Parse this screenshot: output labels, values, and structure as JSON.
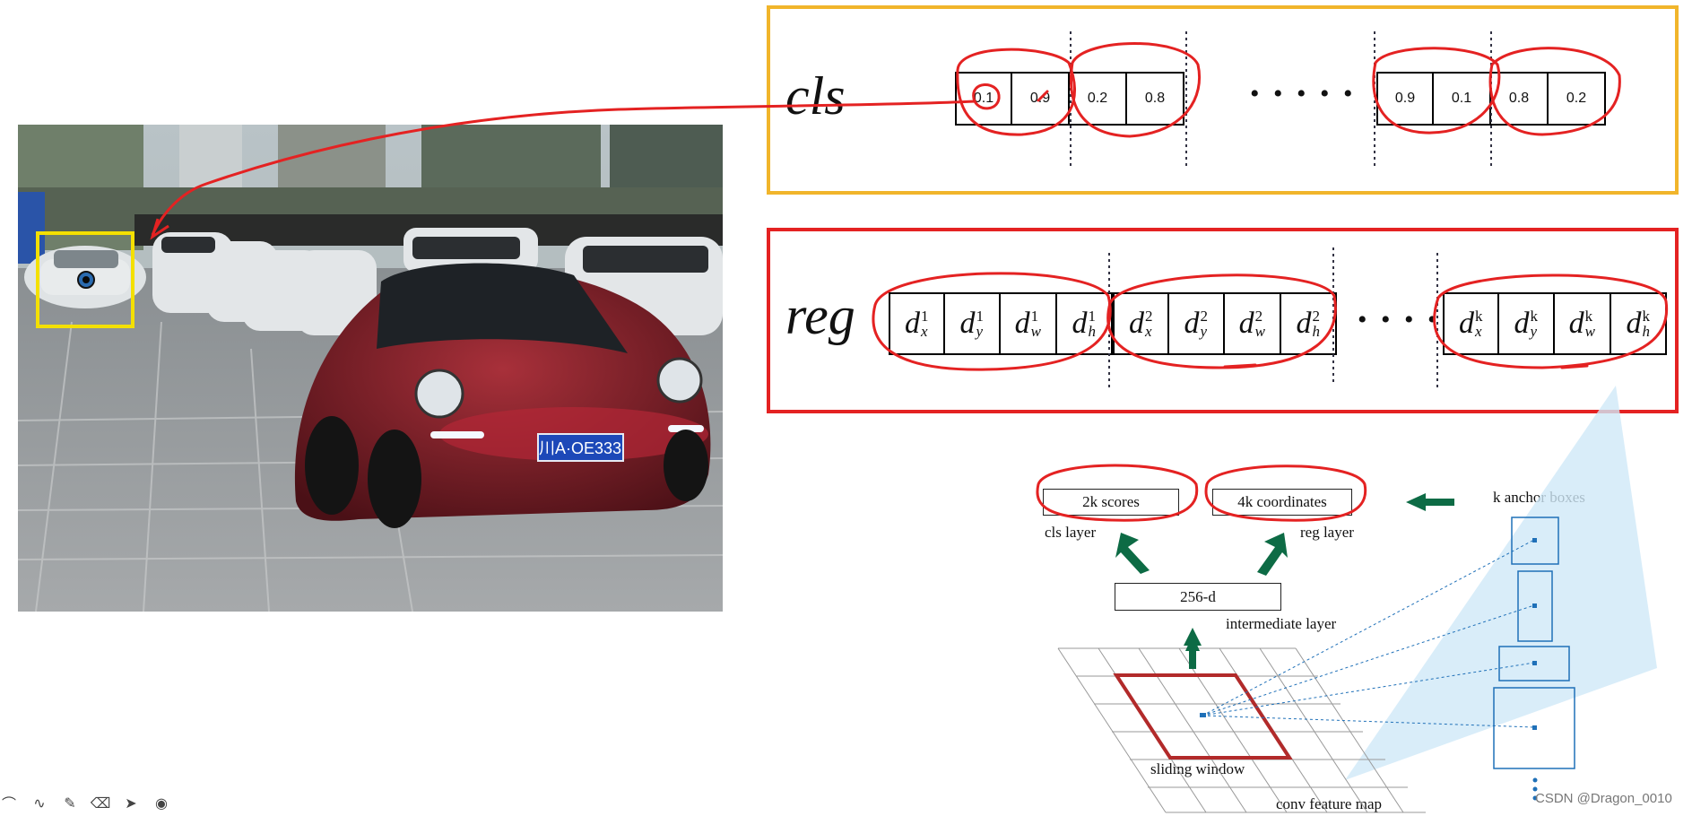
{
  "cls": {
    "label": "cls",
    "group1": [
      "0.1",
      "0.9",
      "0.2",
      "0.8"
    ],
    "ellipsis": "• • • • •",
    "group2": [
      "0.9",
      "0.1",
      "0.8",
      "0.2"
    ]
  },
  "reg": {
    "label": "reg",
    "groups": [
      [
        {
          "b": "d",
          "sup": "1",
          "sub": "x"
        },
        {
          "b": "d",
          "sup": "1",
          "sub": "y"
        },
        {
          "b": "d",
          "sup": "1",
          "sub": "w"
        },
        {
          "b": "d",
          "sup": "1",
          "sub": "h"
        }
      ],
      [
        {
          "b": "d",
          "sup": "2",
          "sub": "x"
        },
        {
          "b": "d",
          "sup": "2",
          "sub": "y"
        },
        {
          "b": "d",
          "sup": "2",
          "sub": "w"
        },
        {
          "b": "d",
          "sup": "2",
          "sub": "h"
        }
      ],
      [
        {
          "b": "d",
          "sup": "k",
          "sub": "x"
        },
        {
          "b": "d",
          "sup": "k",
          "sub": "y"
        },
        {
          "b": "d",
          "sup": "k",
          "sub": "w"
        },
        {
          "b": "d",
          "sup": "k",
          "sub": "h"
        }
      ]
    ],
    "ellipsis": "• • • •"
  },
  "rpn": {
    "scores_box": "2k scores",
    "coords_box": "4k coordinates",
    "cls_layer": "cls layer",
    "reg_layer": "reg layer",
    "mid_box": "256-d",
    "intermediate_layer": "intermediate layer",
    "sliding_window": "sliding window",
    "feature_map": "conv feature map",
    "anchor_boxes": "k anchor boxes"
  },
  "photo": {
    "plate": "川A·OE333"
  },
  "watermark": "CSDN @Dragon_0010",
  "toolbar": [
    "pointer-arc-icon",
    "pen-icon",
    "highlighter-icon",
    "eraser-icon",
    "cursor-icon",
    "record-icon"
  ],
  "colors": {
    "cls_border": "#f1b52b",
    "reg_border": "#e42222",
    "annotation_red": "#e42222",
    "arrow_green": "#0d6b45",
    "anchor_blue": "#1f70b8",
    "highlight_yellow": "#f4e000"
  }
}
